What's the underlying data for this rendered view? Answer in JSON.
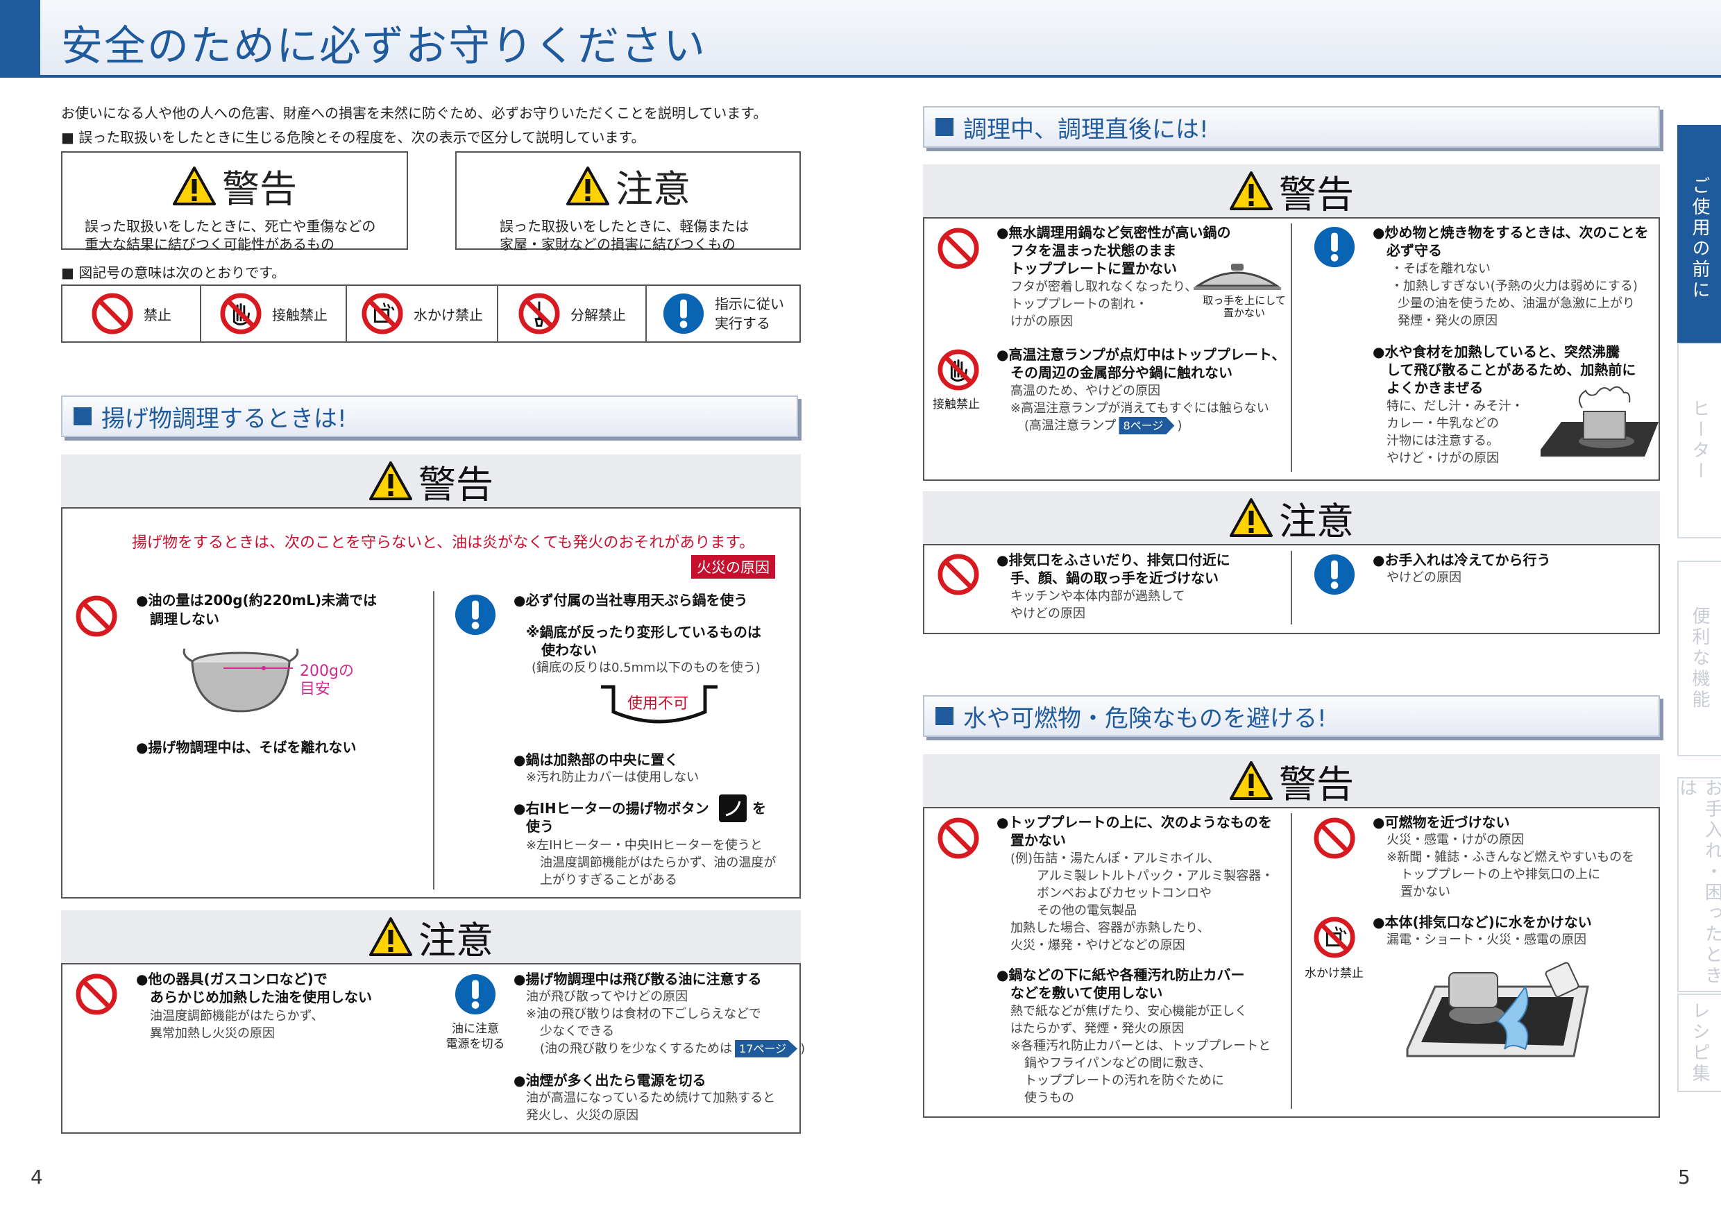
{
  "header": {
    "title": "安全のために必ずお守りください"
  },
  "intro": {
    "line1": "お使いになる人や他の人への危害、財産への損害を未然に防ぐため、必ずお守りいただくことを説明しています。",
    "line2": "■ 誤った取扱いをしたときに生じる危険とその程度を、次の表示で区分して説明しています。"
  },
  "levels": {
    "warning": {
      "title": "警告",
      "desc1": "誤った取扱いをしたときに、死亡や重傷などの",
      "desc2": "重大な結果に結びつく可能性があるもの"
    },
    "caution": {
      "title": "注意",
      "desc1": "誤った取扱いをしたときに、軽傷または",
      "desc2": "家屋・家財などの損害に結びつくもの"
    }
  },
  "symbols": {
    "heading": "■ 図記号の意味は次のとおりです。",
    "items": [
      "禁止",
      "接触禁止",
      "水かけ禁止",
      "分解禁止"
    ],
    "instr1": "指示に従い",
    "instr2": "実行する"
  },
  "fry": {
    "heading": "揚げ物調理するときは!",
    "warning": {
      "title": "警告",
      "note": "揚げ物をするときは、次のことを守らないと、油は炎がなくても発火のおそれがあります。",
      "badge": "火災の原因",
      "l1a": "●油の量は200g(約220mL)未満では",
      "l1b": "調理しない",
      "pot_label1": "200gの",
      "pot_label2": "目安",
      "l2": "●揚げ物調理中は、そばを離れない",
      "r1": "●必ず付属の当社専用天ぷら鍋を使う",
      "r2a": "※鍋底が反ったり変形しているものは",
      "r2b": "使わない",
      "r2c": "(鍋底の反りは0.5mm以下のものを使う)",
      "unusable": "使用不可",
      "r3": "●鍋は加熱部の中央に置く",
      "r3s": "※汚れ防止カバーは使用しない",
      "r4a": "●右IHヒーターの揚げ物ボタン",
      "r4b": "を",
      "r4c": "使う",
      "r4s1": "※左IHヒーター・中央IHヒーターを使うと",
      "r4s2": "油温度調節機能がはたらかず、油の温度が",
      "r4s3": "上がりすぎることがある"
    },
    "caution": {
      "title": "注意",
      "l1a": "●他の器具(ガスコンロなど)で",
      "l1b": "あらかじめ加熱した油を使用しない",
      "l1s1": "油温度調節機能がはたらかず、",
      "l1s2": "異常加熱し火災の原因",
      "icon_label1": "油に注意",
      "icon_label2": "電源を切る",
      "r1": "●揚げ物調理中は飛び散る油に注意する",
      "r1s1": "油が飛び散ってやけどの原因",
      "r1s2": "※油の飛び散りは食材の下ごしらえなどで",
      "r1s3": "少なくできる",
      "r1s4": "(油の飛び散りを少なくするためは",
      "r1page": "17ページ",
      "r1close": ")",
      "r2": "●油煙が多く出たら電源を切る",
      "r2s1": "油が高温になっているため続けて加熱すると",
      "r2s2": "発火し、火災の原因"
    }
  },
  "cooking": {
    "heading": "調理中、調理直後には!",
    "warning": {
      "title": "警告",
      "l1a": "●無水調理用鍋など気密性が高い鍋の",
      "l1b": "フタを温まった状態のまま",
      "l1c": "トッププレートに置かない",
      "l1s1": "フタが密着し取れなくなったり、",
      "l1s2": "トッププレートの割れ・",
      "l1s3": "けがの原因",
      "lid1": "取っ手を上にして",
      "lid2": "置かない",
      "icon_label": "接触禁止",
      "l2a": "●高温注意ランプが点灯中はトッププレート、",
      "l2b": "その周辺の金属部分や鍋に触れない",
      "l2s1": "高温のため、やけどの原因",
      "l2s2": "※高温注意ランプが消えてもすぐには触らない",
      "l2s3": "(高温注意ランプ",
      "l2page": "8ページ",
      "l2close": ")",
      "r1a": "●炒め物と焼き物をするときは、次のことを",
      "r1b": "必ず守る",
      "r1s1": "・そばを離れない",
      "r1s2": "・加熱しすぎない(予熱の火力は弱めにする)",
      "r1s3": "少量の油を使うため、油温が急激に上がり",
      "r1s4": "発煙・発火の原因",
      "r2a": "●水や食材を加熱していると、突然沸騰",
      "r2b": "して飛び散ることがあるため、加熱前に",
      "r2c": "よくかきまぜる",
      "r2s1": "特に、だし汁・みそ汁・",
      "r2s2": "カレー・牛乳などの",
      "r2s3": "汁物には注意する。",
      "r2s4": "やけど・けがの原因"
    },
    "caution": {
      "title": "注意",
      "l1a": "●排気口をふさいだり、排気口付近に",
      "l1b": "手、顔、鍋の取っ手を近づけない",
      "l1s1": "キッチンや本体内部が過熱して",
      "l1s2": "やけどの原因",
      "r1": "●お手入れは冷えてから行う",
      "r1s": "やけどの原因"
    }
  },
  "water": {
    "heading": "水や可燃物・危険なものを避ける!",
    "warning": {
      "title": "警告",
      "l1a": "●トッププレートの上に、次のようなものを",
      "l1b": "置かない",
      "l1s1": "(例)缶詰・湯たんぽ・アルミホイル、",
      "l1s2": "アルミ製レトルトパック・アルミ製容器・",
      "l1s3": "ボンベおよびカセットコンロや",
      "l1s4": "その他の電気製品",
      "l1s5": "加熱した場合、容器が赤熱したり、",
      "l1s6": "火災・爆発・やけどなどの原因",
      "l2a": "●鍋などの下に紙や各種汚れ防止カバー",
      "l2b": "などを敷いて使用しない",
      "l2s1": "熱で紙などが焦げたり、安心機能が正しく",
      "l2s2": "はたらかず、発煙・発火の原因",
      "l2s3": "※各種汚れ防止カバーとは、トッププレートと",
      "l2s4": "鍋やフライパンなどの間に敷き、",
      "l2s5": "トッププレートの汚れを防ぐために",
      "l2s6": "使うもの",
      "r1": "●可燃物を近づけない",
      "r1s1": "火災・感電・けがの原因",
      "r1s2": "※新聞・雑誌・ふきんなど燃えやすいものを",
      "r1s3": "トッププレートの上や排気口の上に",
      "r1s4": "置かない",
      "icon_label": "水かけ禁止",
      "r2": "●本体(排気口など)に水をかけない",
      "r2s": "漏電・ショート・火災・感電の原因"
    }
  },
  "tabs": [
    "ご使用の前に",
    "ヒーター",
    "便利な機能",
    "お手入れ・困ったときは",
    "レシピ集"
  ],
  "pages": {
    "left": "4",
    "right": "5"
  },
  "colors": {
    "accent": "#1e5a9c",
    "danger": "#c8102e",
    "instruction": "#0a64b4"
  }
}
